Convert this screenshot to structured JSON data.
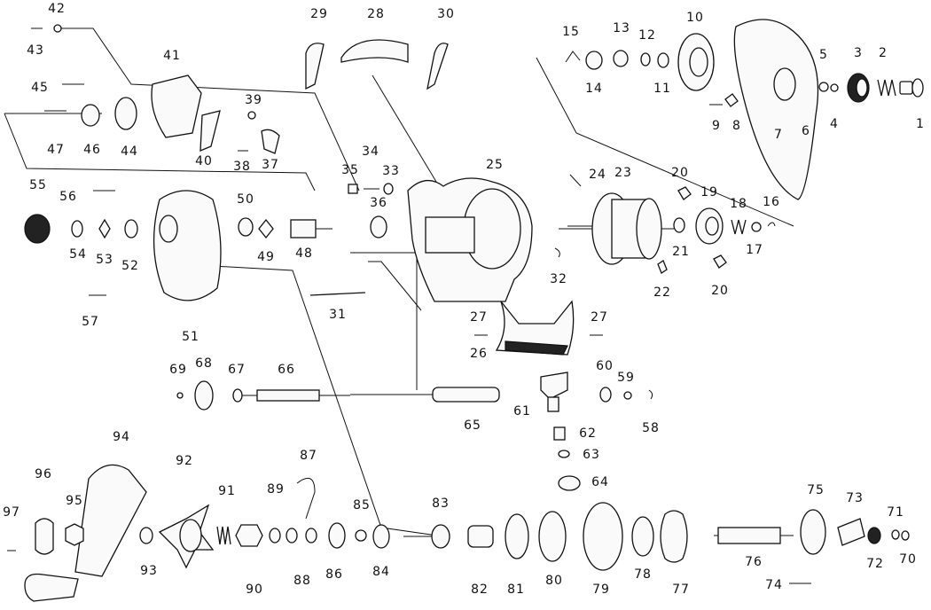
{
  "labels": [
    "1",
    "2",
    "3",
    "4",
    "5",
    "6",
    "7",
    "8",
    "9",
    "10",
    "11",
    "12",
    "13",
    "14",
    "15",
    "16",
    "17",
    "18",
    "19",
    "20",
    "20",
    "21",
    "22",
    "23",
    "24",
    "25",
    "26",
    "27",
    "27",
    "28",
    "29",
    "30",
    "31",
    "32",
    "33",
    "34",
    "35",
    "36",
    "37",
    "38",
    "39",
    "40",
    "41",
    "42",
    "43",
    "44",
    "45",
    "46",
    "47",
    "48",
    "49",
    "50",
    "51",
    "52",
    "53",
    "54",
    "55",
    "56",
    "57",
    "58",
    "59",
    "60",
    "61",
    "62",
    "63",
    "64",
    "65",
    "66",
    "67",
    "68",
    "69",
    "70",
    "71",
    "72",
    "73",
    "74",
    "75",
    "76",
    "77",
    "78",
    "79",
    "80",
    "81",
    "82",
    "83",
    "84",
    "85",
    "86",
    "87",
    "88",
    "89",
    "90",
    "91",
    "92",
    "93",
    "94",
    "95",
    "96",
    "97"
  ]
}
